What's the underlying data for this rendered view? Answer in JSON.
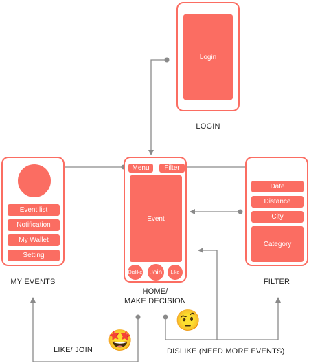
{
  "colors": {
    "accent": "#fb6d62",
    "line": "#8a8a8a",
    "text": "#222222"
  },
  "login": {
    "button": "Login",
    "caption": "LOGIN"
  },
  "home": {
    "menu": "Menu",
    "filter": "Filter",
    "event": "Event",
    "dislike": "Dislike",
    "join": "Join",
    "like": "Like",
    "caption_line1": "HOME/",
    "caption_line2": "MAKE DECISION"
  },
  "my_events": {
    "items": [
      "Event list",
      "Notification",
      "My Wallet",
      "Setting"
    ],
    "caption": "MY EVENTS"
  },
  "filter_screen": {
    "items": [
      "Date",
      "Distance",
      "City",
      "Category"
    ],
    "caption": "FILTER"
  },
  "flows": {
    "like_join": "LIKE/ JOIN",
    "dislike": "DISLIKE (NEED MORE EVENTS)"
  },
  "icons": {
    "like_emoji": "star-struck-emoji",
    "dislike_emoji": "raised-eyebrow-emoji"
  }
}
